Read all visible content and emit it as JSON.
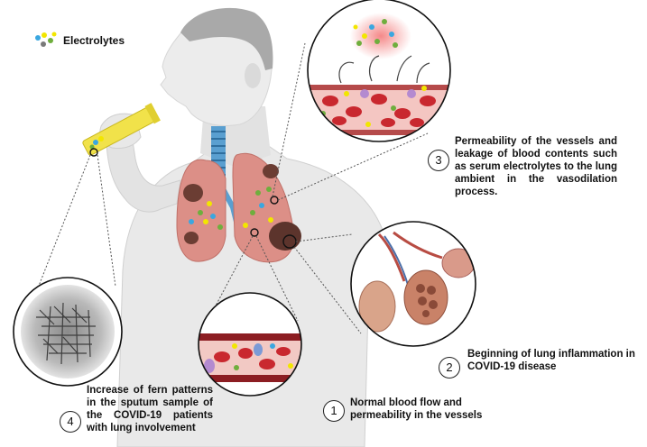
{
  "legend": {
    "label": "Electrolytes",
    "dot_colors": [
      "#3aa7e0",
      "#f2e600",
      "#6fae3d",
      "#7a7a7a"
    ]
  },
  "steps": [
    {
      "number": "1",
      "text": "Normal blood flow and permeability in the vessels"
    },
    {
      "number": "2",
      "text": "Beginning of lung inflammation in COVID-19 disease"
    },
    {
      "number": "3",
      "text": "Permeability of the vessels and leakage of blood contents such as serum electrolytes to the lung ambient in the vasodilation process."
    },
    {
      "number": "4",
      "text": "Increase of fern patterns in the sputum sample of the COVID-19 patients with lung involvement"
    }
  ],
  "colors": {
    "skin": "#e9e9e9",
    "skin_shade": "#d3d3d3",
    "hair": "#a9a9a9",
    "lung": "#dc8f87",
    "lung_edge": "#c07068",
    "vessel_wall": "#8c1d22",
    "vessel_lumen": "#f2c9c4",
    "rbc": "#c9282f",
    "trachea": "#5a9fd0",
    "sputum_tube": "#f1e24a"
  }
}
